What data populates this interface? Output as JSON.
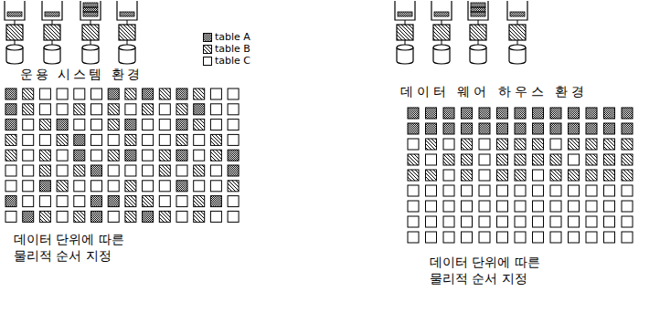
{
  "diagram": {
    "labels": [
      "운용 시스템 환경",
      "데이터 단위에 따른 물리적 순서 지정",
      "데이터 웨어 하우스 환경",
      "데이터 단위에 따른 물리적 순서 지정"
    ],
    "legend": [
      {
        "text": "table A"
      },
      {
        "text": "table B"
      },
      {
        "text": "table C"
      }
    ]
  }
}
